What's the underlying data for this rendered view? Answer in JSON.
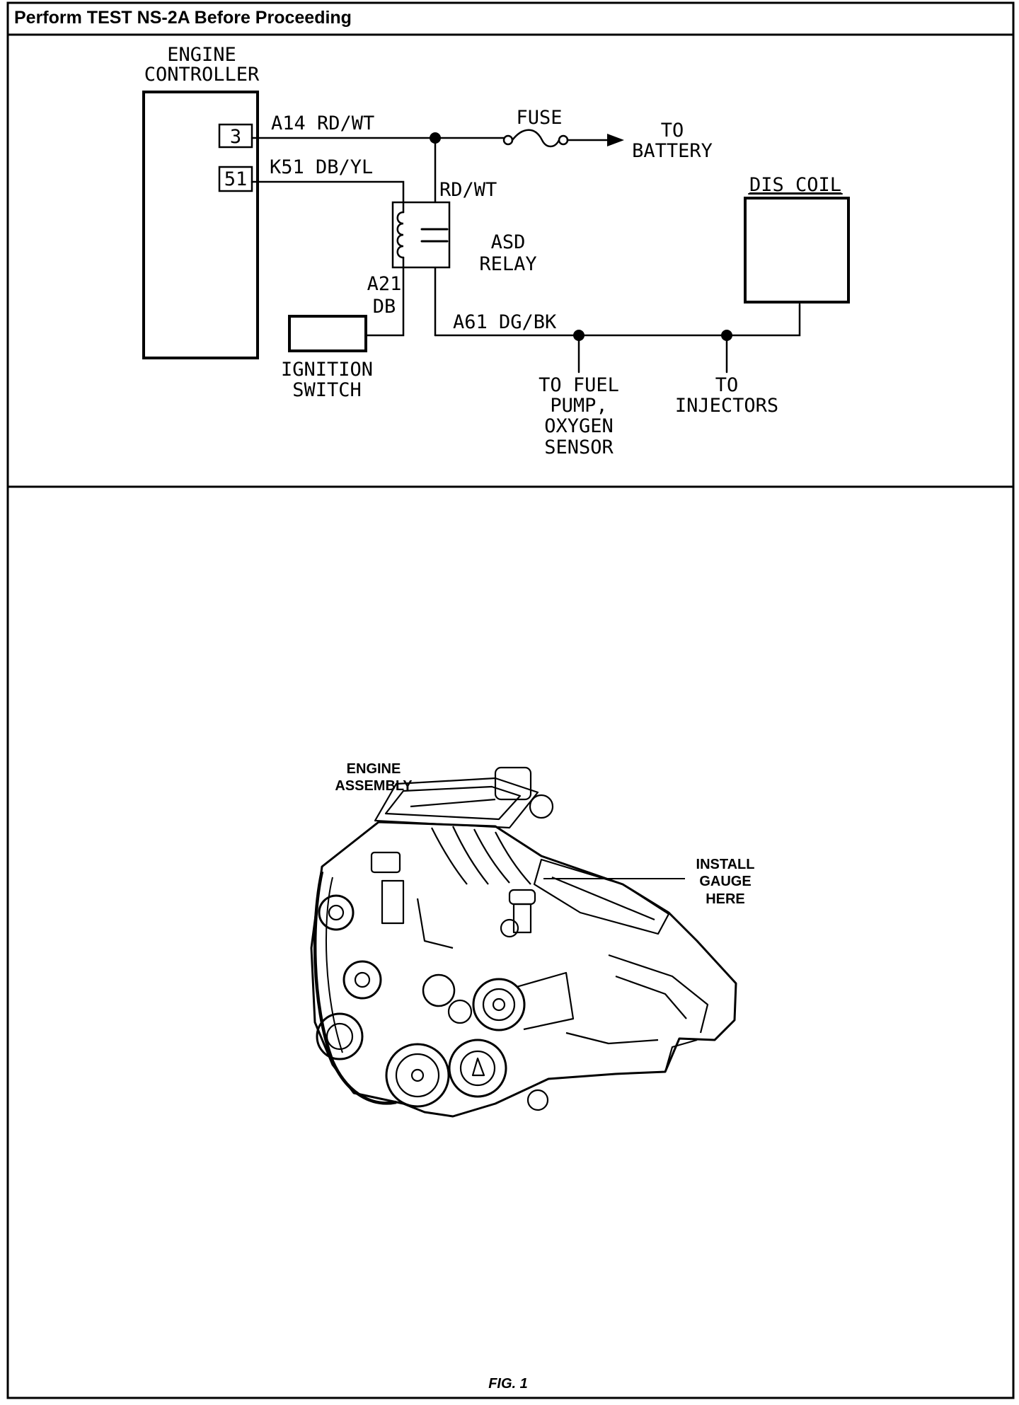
{
  "header": {
    "title": "Perform TEST NS-2A Before Proceeding"
  },
  "schematic": {
    "engine_controller": {
      "line1": "ENGINE",
      "line2": "CONTROLLER"
    },
    "pin_3": "3",
    "pin_51": "51",
    "wire_a14": "A14 RD/WT",
    "wire_k51": "K51 DB/YL",
    "wire_rdwt": "RD/WT",
    "fuse": "FUSE",
    "to_battery": {
      "line1": "TO",
      "line2": "BATTERY"
    },
    "dis_coil": "DIS COIL",
    "asd_relay": {
      "line1": "ASD",
      "line2": "RELAY"
    },
    "wire_a21": {
      "line1": "A21",
      "line2": "DB"
    },
    "wire_a61": "A61 DG/BK",
    "ignition_switch": {
      "line1": "IGNITION",
      "line2": "SWITCH"
    },
    "to_fuel_pump": {
      "line1": "TO FUEL",
      "line2": "PUMP,",
      "line3": "OXYGEN",
      "line4": "SENSOR"
    },
    "to_injectors": {
      "line1": "TO",
      "line2": "INJECTORS"
    }
  },
  "illustration": {
    "engine_assembly": {
      "line1": "ENGINE",
      "line2": "ASSEMBLY"
    },
    "install_gauge": {
      "line1": "INSTALL",
      "line2": "GAUGE",
      "line3": "HERE"
    }
  },
  "figure_caption": "FIG. 1"
}
